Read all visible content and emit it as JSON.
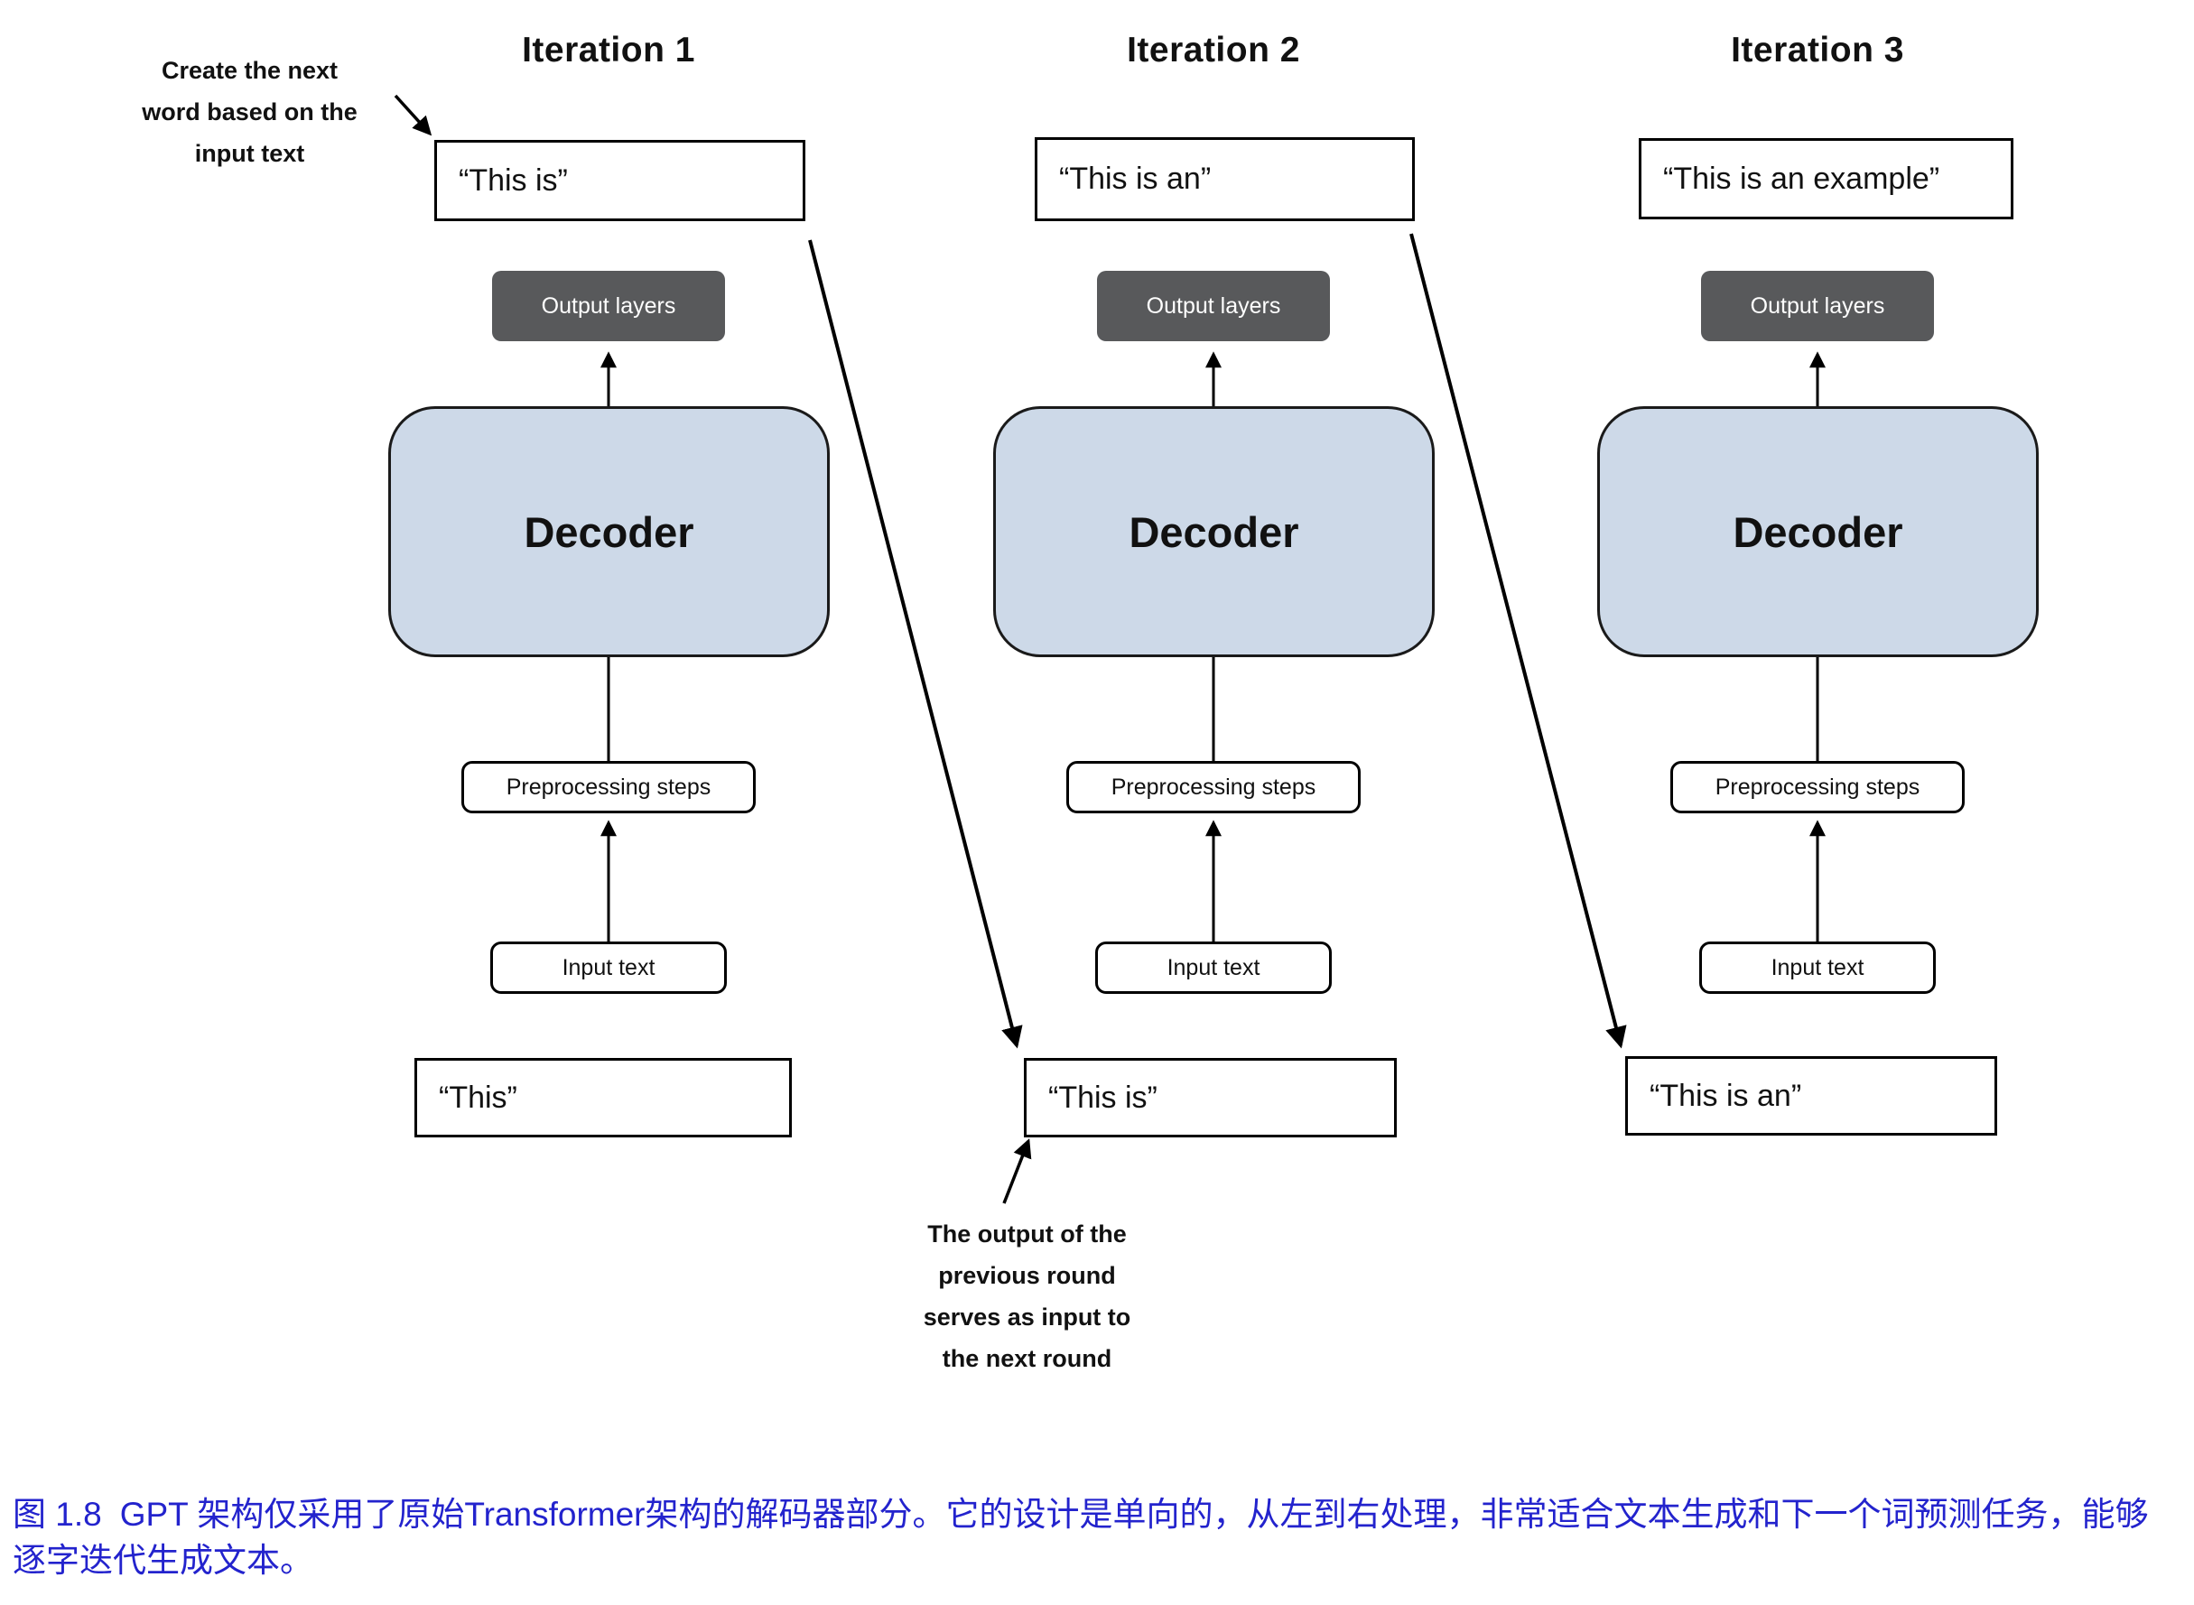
{
  "annotations": {
    "create_next_word": "Create the next word based on the input text",
    "output_previous_round": "The output of the previous round serves as input to the next round"
  },
  "labels": {
    "output_layers": "Output layers",
    "decoder": "Decoder",
    "preprocessing": "Preprocessing steps",
    "input_text": "Input text"
  },
  "iterations": [
    {
      "title": "Iteration 1",
      "generated_text": "“This is”",
      "input_text": "“This”"
    },
    {
      "title": "Iteration 2",
      "generated_text": "“This is an”",
      "input_text": "“This is”"
    },
    {
      "title": "Iteration 3",
      "generated_text": "“This is an example”",
      "input_text": "“This is an”"
    }
  ],
  "caption": {
    "label": "图 1.8",
    "text": "GPT 架构仅采用了原始Transformer架构的解码器部分。它的设计是单向的，从左到右处理，非常适合文本生成和下一个词预测任务，能够逐字迭代生成文本。",
    "color": "#2323cd"
  },
  "colors": {
    "decoder_fill": "#cdd9e8",
    "output_layers_fill": "#58595b",
    "arrow": "#000000",
    "box_border": "#000000"
  }
}
